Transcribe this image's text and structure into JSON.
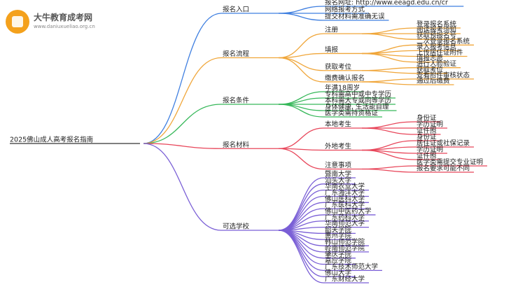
{
  "logo": {
    "title": "大牛教育成考网",
    "url": "www.daniuxueliao.org.cn",
    "icon": "graduation-book-icon"
  },
  "root": "2025佛山成人高考报名指南",
  "colors": {
    "blue": "#3f7fe0",
    "orange": "#f0a63a",
    "green": "#37b85a",
    "red": "#e8465a",
    "purple": "#7a5fd6",
    "text": "#222222"
  },
  "branches": [
    {
      "label": "报名入口",
      "color": "blue",
      "children": [
        {
          "label": "报名网址: http://www.eeagd.edu.cn/cr"
        },
        {
          "label": "网络报考方式"
        },
        {
          "label": "提交材料需准确无误"
        }
      ]
    },
    {
      "label": "报名流程",
      "color": "orange",
      "children": [
        {
          "label": "注册",
          "children": [
            {
              "label": "登录报名系统"
            },
            {
              "label": "阅读报考须知"
            },
            {
              "label": "获取预报名号"
            }
          ]
        },
        {
          "label": "填报",
          "children": [
            {
              "label": "二次登录报名系统"
            },
            {
              "label": "录入报考信息"
            },
            {
              "label": "上传居住证附件"
            },
            {
              "label": "填报志愿"
            }
          ]
        },
        {
          "label": "获取考位",
          "children": [
            {
              "label": "进行人脸验证"
            },
            {
              "label": "获取考位"
            }
          ]
        },
        {
          "label": "缴费确认报名",
          "children": [
            {
              "label": "查看附件审核状态"
            },
            {
              "label": "通过后缴费"
            }
          ]
        }
      ]
    },
    {
      "label": "报名条件",
      "color": "green",
      "children": [
        {
          "label": "年满18周岁"
        },
        {
          "label": "专科需高中或中专学历"
        },
        {
          "label": "本科需大专或同等学历"
        },
        {
          "label": "身体健康, 生活能自理"
        },
        {
          "label": "医学类需持资格证"
        }
      ]
    },
    {
      "label": "报名材料",
      "color": "red",
      "children": [
        {
          "label": "本地考生",
          "children": [
            {
              "label": "身份证"
            },
            {
              "label": "学历证明"
            },
            {
              "label": "证件照"
            }
          ]
        },
        {
          "label": "外地考生",
          "children": [
            {
              "label": "身份证"
            },
            {
              "label": "居住证或社保记录"
            },
            {
              "label": "学历证明"
            },
            {
              "label": "证件照"
            }
          ]
        },
        {
          "label": "注意事项",
          "children": [
            {
              "label": "医学类需提交专业证明"
            },
            {
              "label": "报名要求可能不同"
            }
          ]
        }
      ]
    },
    {
      "label": "可选学校",
      "color": "purple",
      "children": [
        {
          "label": "暨南大学"
        },
        {
          "label": "汕头大学"
        },
        {
          "label": "华南农业大学"
        },
        {
          "label": "广东海洋大学"
        },
        {
          "label": "佛山医科大学"
        },
        {
          "label": "广东医科大学"
        },
        {
          "label": "佛山中医药大学"
        },
        {
          "label": "广东药科大学"
        },
        {
          "label": "华南师范大学"
        },
        {
          "label": "韶关学院"
        },
        {
          "label": "惠州学院"
        },
        {
          "label": "韩山师范学院"
        },
        {
          "label": "岭南师范学院"
        },
        {
          "label": "肇庆学院"
        },
        {
          "label": "嘉应学院"
        },
        {
          "label": "广东技术师范大学"
        },
        {
          "label": "佛山大学"
        },
        {
          "label": "广东财经大学"
        }
      ]
    }
  ]
}
